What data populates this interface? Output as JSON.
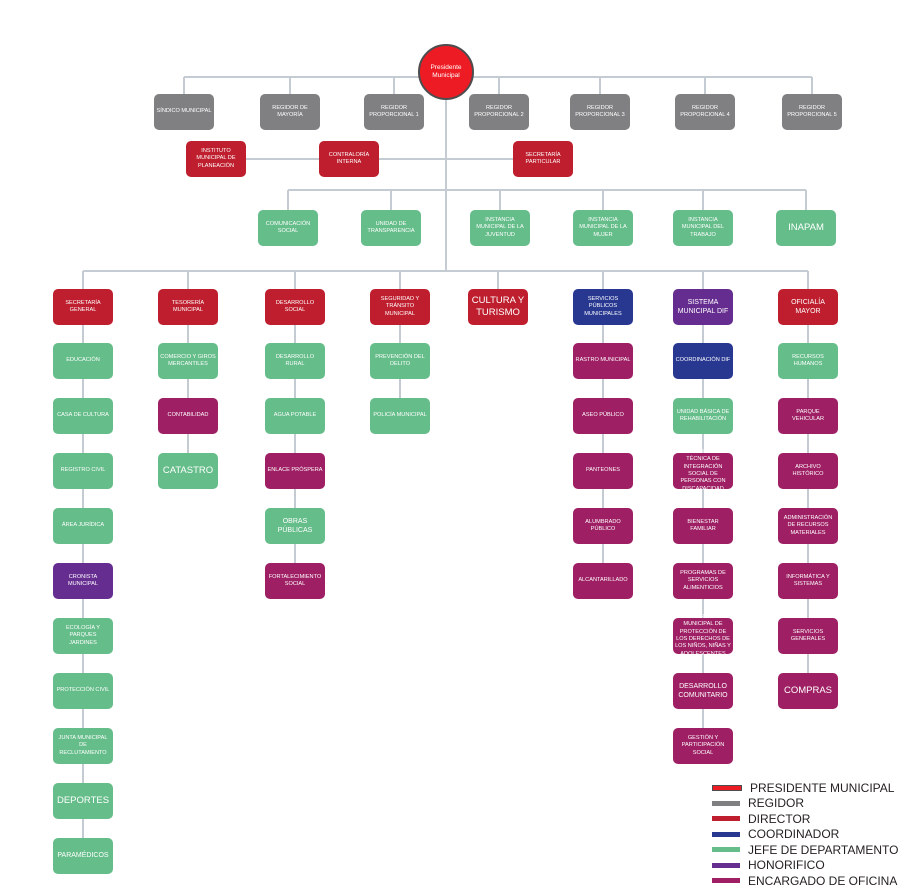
{
  "colors": {
    "presidente": "#ed1c24",
    "regidor": "#808083",
    "director": "#be1e2d",
    "coordinador": "#283891",
    "jefe": "#65bd8a",
    "honorifico": "#662d91",
    "encargado": "#9e1f63",
    "line": "#c5cbd3"
  },
  "president": {
    "label": "Presidente Municipal"
  },
  "regidores": [
    {
      "label": "Síndico Municipal",
      "type": "regidor"
    },
    {
      "label": "Regidor de Mayoría",
      "type": "regidor"
    },
    {
      "label": "Regidor Proporcional 1",
      "type": "regidor"
    },
    {
      "label": "Regidor Proporcional 2",
      "type": "regidor"
    },
    {
      "label": "Regidor Proporcional 3",
      "type": "regidor"
    },
    {
      "label": "Regidor Proporcional 4",
      "type": "regidor"
    },
    {
      "label": "Regidor Proporcional 5",
      "type": "regidor"
    }
  ],
  "staff": [
    {
      "label": "Instituto Municipal de Planeación",
      "type": "director"
    },
    {
      "label": "Contraloría Interna",
      "type": "director"
    },
    {
      "label": "Secretaría Particular",
      "type": "director"
    }
  ],
  "units": [
    {
      "label": "Comunicación Social",
      "type": "jefe"
    },
    {
      "label": "Unidad de Transparencia",
      "type": "jefe"
    },
    {
      "label": "Instancia Municipal de la Juventud",
      "type": "jefe"
    },
    {
      "label": "Instancia Municipal de la Mujer",
      "type": "jefe"
    },
    {
      "label": "Instancia Municipal del Trabajo",
      "type": "jefe"
    },
    {
      "label": "INAPAM",
      "type": "jefe"
    }
  ],
  "directorates": [
    {
      "label": "Secretaría General",
      "type": "director",
      "children": [
        {
          "label": "Educación",
          "type": "jefe"
        },
        {
          "label": "Casa de Cultura",
          "type": "jefe"
        },
        {
          "label": "Registro Civil",
          "type": "jefe"
        },
        {
          "label": "Área Jurídica",
          "type": "jefe"
        },
        {
          "label": "Cronista Municipal",
          "type": "honorifico"
        },
        {
          "label": "Ecología y Parques Jardines",
          "type": "jefe"
        },
        {
          "label": "Protección Civil",
          "type": "jefe"
        },
        {
          "label": "Junta Municipal de Reclutamiento",
          "type": "jefe"
        },
        {
          "label": "Deportes",
          "type": "jefe"
        },
        {
          "label": "Paramédicos",
          "type": "jefe"
        }
      ]
    },
    {
      "label": "Tesorería Municipal",
      "type": "director",
      "children": [
        {
          "label": "Comercio y Giros Mercantiles",
          "type": "jefe"
        },
        {
          "label": "Contabilidad",
          "type": "encargado"
        },
        {
          "label": "Catastro",
          "type": "jefe"
        }
      ]
    },
    {
      "label": "Desarrollo Social",
      "type": "director",
      "children": [
        {
          "label": "Desarrollo Rural",
          "type": "jefe"
        },
        {
          "label": "Agua Potable",
          "type": "jefe"
        },
        {
          "label": "Enlace Próspera",
          "type": "encargado"
        },
        {
          "label": "Obras Públicas",
          "type": "jefe"
        },
        {
          "label": "Fortalecimiento Social",
          "type": "encargado"
        }
      ]
    },
    {
      "label": "Seguridad y Tránsito Municipal",
      "type": "director",
      "children": [
        {
          "label": "Prevención del Delito",
          "type": "jefe"
        },
        {
          "label": "Policía Municipal",
          "type": "jefe"
        }
      ]
    },
    {
      "label": "Cultura y Turismo",
      "type": "director",
      "children": []
    },
    {
      "label": "Servicios Públicos Municipales",
      "type": "coordinador",
      "children": [
        {
          "label": "Rastro Municipal",
          "type": "encargado"
        },
        {
          "label": "Aseo Público",
          "type": "encargado"
        },
        {
          "label": "Panteones",
          "type": "encargado"
        },
        {
          "label": "Alumbrado Público",
          "type": "encargado"
        },
        {
          "label": "Alcantarillado",
          "type": "encargado"
        }
      ]
    },
    {
      "label": "Sistema Municipal DIF",
      "type": "honorifico",
      "children": [
        {
          "label": "Coordinación DIF",
          "type": "coordinador"
        },
        {
          "label": "Unidad Básica de Rehabilitación",
          "type": "jefe"
        },
        {
          "label": "Coordinación Técnica de Integración Social de Personas con Discapacidad",
          "type": "encargado"
        },
        {
          "label": "Bienestar Familiar",
          "type": "encargado"
        },
        {
          "label": "Programas de Servicios Alimenticios",
          "type": "encargado"
        },
        {
          "label": "Procuraduría Municipal de Protección de los Derechos de los Niños, Niñas y Adolescentes",
          "type": "encargado"
        },
        {
          "label": "Desarrollo Comunitario",
          "type": "encargado"
        },
        {
          "label": "Gestión y Participación Social",
          "type": "encargado"
        }
      ]
    },
    {
      "label": "Oficialía Mayor",
      "type": "director",
      "children": [
        {
          "label": "Recursos Humanos",
          "type": "jefe"
        },
        {
          "label": "Parque Vehicular",
          "type": "encargado"
        },
        {
          "label": "Archivo Histórico",
          "type": "encargado"
        },
        {
          "label": "Administración de Recursos Materiales",
          "type": "encargado"
        },
        {
          "label": "Informática y Sistemas",
          "type": "encargado"
        },
        {
          "label": "Servicios Generales",
          "type": "encargado"
        },
        {
          "label": "Compras",
          "type": "encargado"
        }
      ]
    }
  ],
  "legend": [
    {
      "label": "PRESIDENTE MUNICIPAL",
      "type": "presidente"
    },
    {
      "label": "REGIDOR",
      "type": "regidor"
    },
    {
      "label": "DIRECTOR",
      "type": "director"
    },
    {
      "label": "COORDINADOR",
      "type": "coordinador"
    },
    {
      "label": " JEFE DE DEPARTAMENTO",
      "type": "jefe"
    },
    {
      "label": "HONORIFICO",
      "type": "honorifico"
    },
    {
      "label": "ENCARGADO DE OFICINA",
      "type": "encargado"
    }
  ]
}
